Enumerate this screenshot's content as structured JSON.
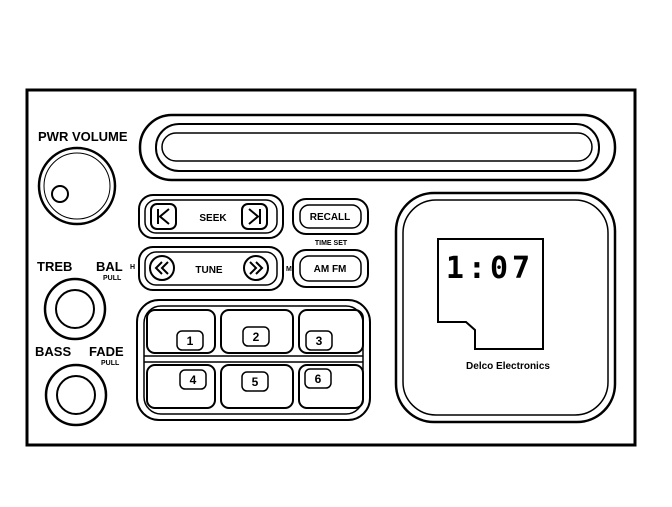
{
  "labels": {
    "pwr_volume": "PWR VOLUME",
    "treb": "TREB",
    "bal": "BAL",
    "bal_pull": "PULL",
    "bass": "BASS",
    "fade": "FADE",
    "fade_pull": "PULL",
    "seek": "SEEK",
    "tune": "TUNE",
    "recall": "RECALL",
    "time_set": "TIME SET",
    "am_fm": "AM FM",
    "h": "H",
    "m": "M",
    "display_time": "1:07",
    "brand": "Delco Electronics"
  },
  "presets": [
    "1",
    "2",
    "3",
    "4",
    "5",
    "6"
  ]
}
